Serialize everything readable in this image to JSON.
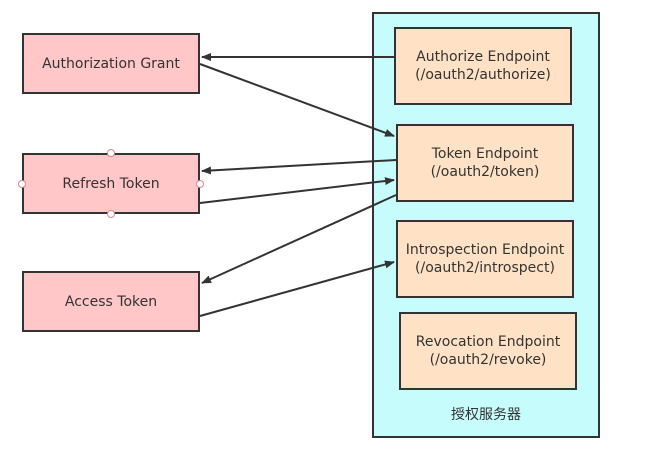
{
  "left_nodes": {
    "authorization_grant": "Authorization Grant",
    "refresh_token": "Refresh Token",
    "access_token": "Access Token"
  },
  "server": {
    "label": "授权服务器",
    "endpoints": [
      {
        "name": "Authorize Endpoint",
        "path": "(/oauth2/authorize)"
      },
      {
        "name": "Token Endpoint",
        "path": "(/oauth2/token)"
      },
      {
        "name": "Introspection Endpoint",
        "path": "(/oauth2/introspect)"
      },
      {
        "name": "Revocation Endpoint",
        "path": "(/oauth2/revoke)"
      }
    ]
  },
  "colors": {
    "left_fill": "#ffc7c8",
    "endpoint_fill": "#ffe2c6",
    "server_fill": "#c6fcfc",
    "stroke": "#333333"
  }
}
